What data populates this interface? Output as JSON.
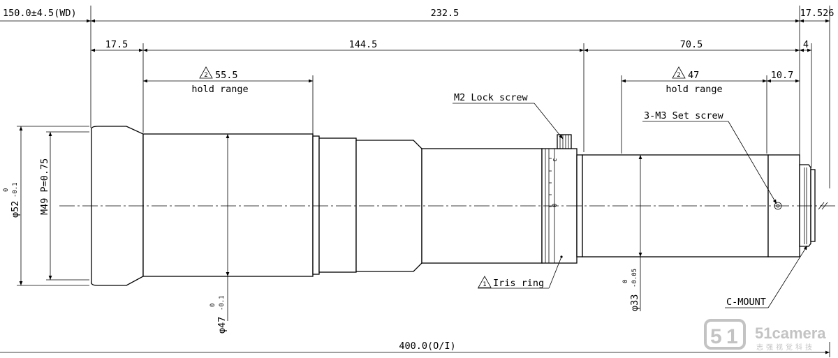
{
  "dimensions": {
    "working_distance": "150.0±4.5(WD)",
    "total_length": "232.5",
    "flange_back": "17.526",
    "front_length": "17.5",
    "middle_length": "144.5",
    "rear_length": "70.5",
    "cmount_length": "4",
    "hold_range_front": "55.5",
    "hold_range_rear": "47",
    "rear_offset": "10.7",
    "object_to_image": "400.0(O/I)"
  },
  "hold_range_label": "hold range",
  "note_numbers": {
    "one": "1",
    "two": "2"
  },
  "callouts": {
    "m2_lock_screw": "M2 Lock screw",
    "set_screw": "3-M3 Set screw",
    "iris_ring": "Iris ring",
    "c_mount": "C-MOUNT"
  },
  "diameters": {
    "outer_front": {
      "nominal": "φ52",
      "upper_tol": "0",
      "lower_tol": "-0.1"
    },
    "thread": "M49 P=0.75",
    "barrel": {
      "nominal": "φ47",
      "upper_tol": "0",
      "lower_tol": "-0.1"
    },
    "rear": {
      "nominal": "φ33",
      "upper_tol": "0",
      "lower_tol": "-0.05"
    }
  },
  "iris_scale": {
    "mark_top": "c",
    "mark_zero": "0"
  },
  "watermark": {
    "brand": "51camera",
    "tagline": "志强视觉科技"
  }
}
